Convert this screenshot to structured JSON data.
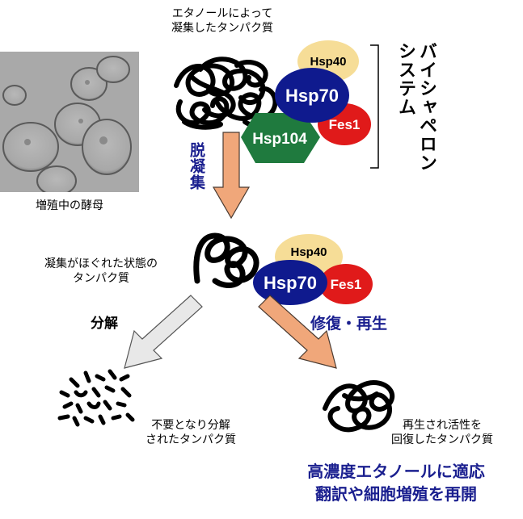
{
  "top_label": [
    "エタノールによって",
    "凝集したタンパク質"
  ],
  "yeast_caption": "増殖中の酵母",
  "chaperone_system_label": [
    "バイシャペロン",
    "システム"
  ],
  "proteins": {
    "hsp40": "Hsp40",
    "hsp70": "Hsp70",
    "hsp104": "Hsp104",
    "fes1": "Fes1"
  },
  "disaggregation_label": "脱凝集",
  "middle_label": [
    "凝集がほぐれた状態の",
    "タンパク質"
  ],
  "degradation_label": "分解",
  "repair_label": "修復・再生",
  "degraded_caption": [
    "不要となり分解",
    "されたタンパク質"
  ],
  "restored_caption": [
    "再生され活性を",
    "回復したタンパク質"
  ],
  "conclusion": [
    "高濃度エタノールに適応",
    "翻訳や細胞増殖を再開"
  ],
  "colors": {
    "hsp40": "#f6dd97",
    "hsp70": "#0f1a8e",
    "hsp104": "#1f7a3e",
    "fes1": "#e01a1a",
    "arrow_orange": "#f0a77a",
    "arrow_gray": "#e8e8e8",
    "blue_text": "#1a1f8f"
  }
}
